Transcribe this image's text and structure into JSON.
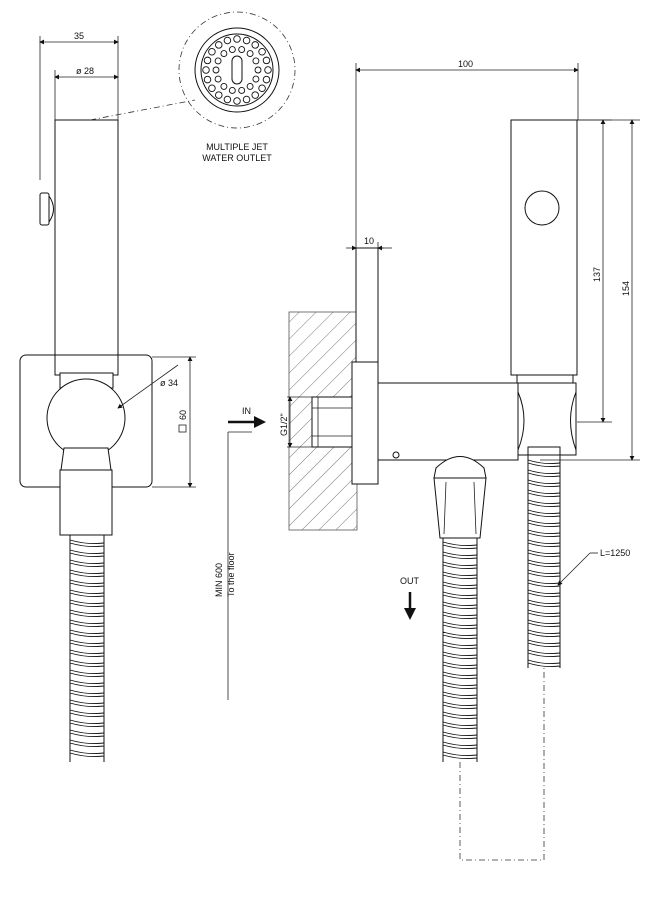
{
  "dimensions": {
    "overall_width": "35",
    "diameter_handle": "28",
    "diameter_body": "34",
    "square_plate": "60",
    "depth_total": "100",
    "plate_thickness": "10",
    "height_137": "137",
    "height_154": "154",
    "thread": "G1/2\"",
    "hose_length": "L=1250"
  },
  "labels": {
    "outlet_line1": "MULTIPLE JET",
    "outlet_line2": "WATER OUTLET",
    "inlet": "IN",
    "outlet": "OUT",
    "floor_line1": "MIN 600",
    "floor_line2": "To the floor"
  }
}
